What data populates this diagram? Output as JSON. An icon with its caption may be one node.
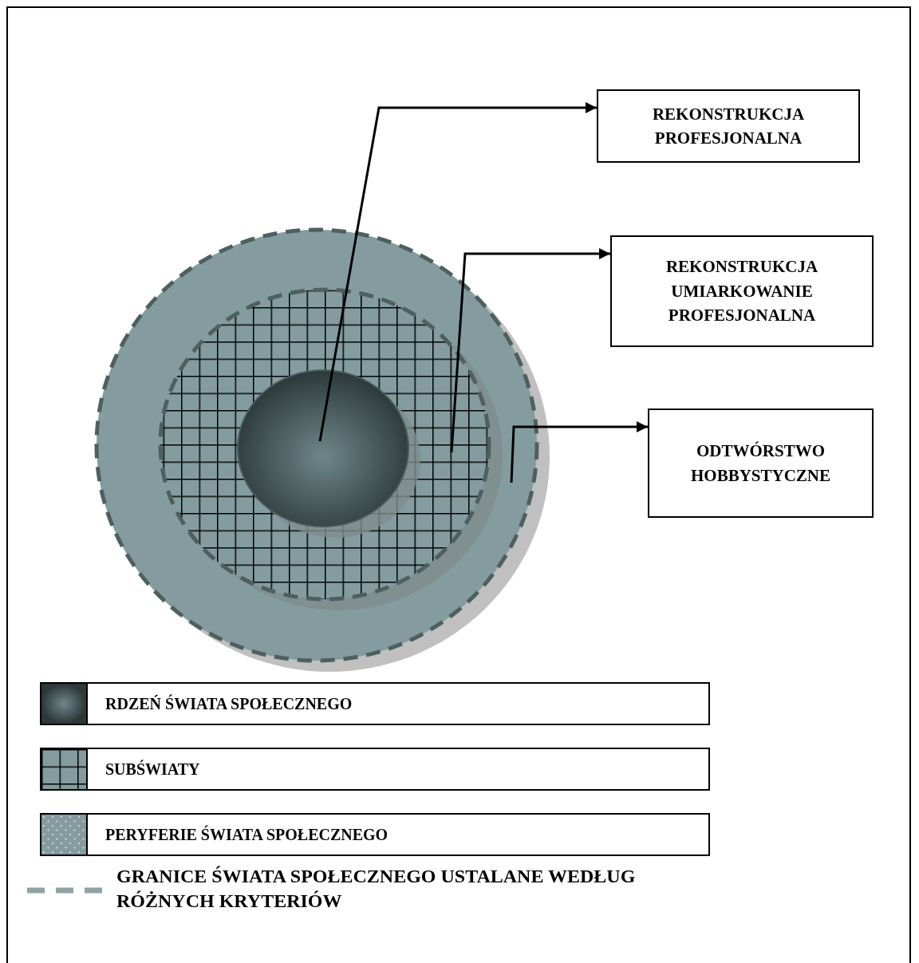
{
  "diagram": {
    "nodes": [
      {
        "text": [],
        "shape": "circle"
      },
      {
        "text": [],
        "shape": "circle",
        "in": 0
      },
      {
        "text": [],
        "shape": "circle",
        "in": 1
      },
      {
        "text": [
          "REKONSTRUKCJA PROFESJONALNA"
        ]
      },
      {
        "text": [
          "REKONSTRUKCJA UMIARKOWANIE PROFESJONALNA"
        ]
      },
      {
        "text": [
          "ODTWÓRSTWO HOBBYSTYCZNE"
        ]
      }
    ],
    "edges": [
      {
        "from": 2,
        "to": 3,
        "arrow": "to"
      },
      {
        "from": 1,
        "to": 4,
        "arrow": "to"
      },
      {
        "from": 0,
        "to": 5,
        "arrow": "to"
      }
    ],
    "legend": [
      {
        "text": "RDZEŃ ŚWIATA SPOŁECZNEGO"
      },
      {
        "text": "SUBŚWIATY"
      },
      {
        "text": "PERYFERIE ŚWIATA SPOŁECZNEGO"
      },
      {
        "text": "GRANICE ŚWIATA SPOŁECZNEGO USTALANE WEDŁUG RÓŻNYCH KRYTERIÓW"
      }
    ]
  }
}
